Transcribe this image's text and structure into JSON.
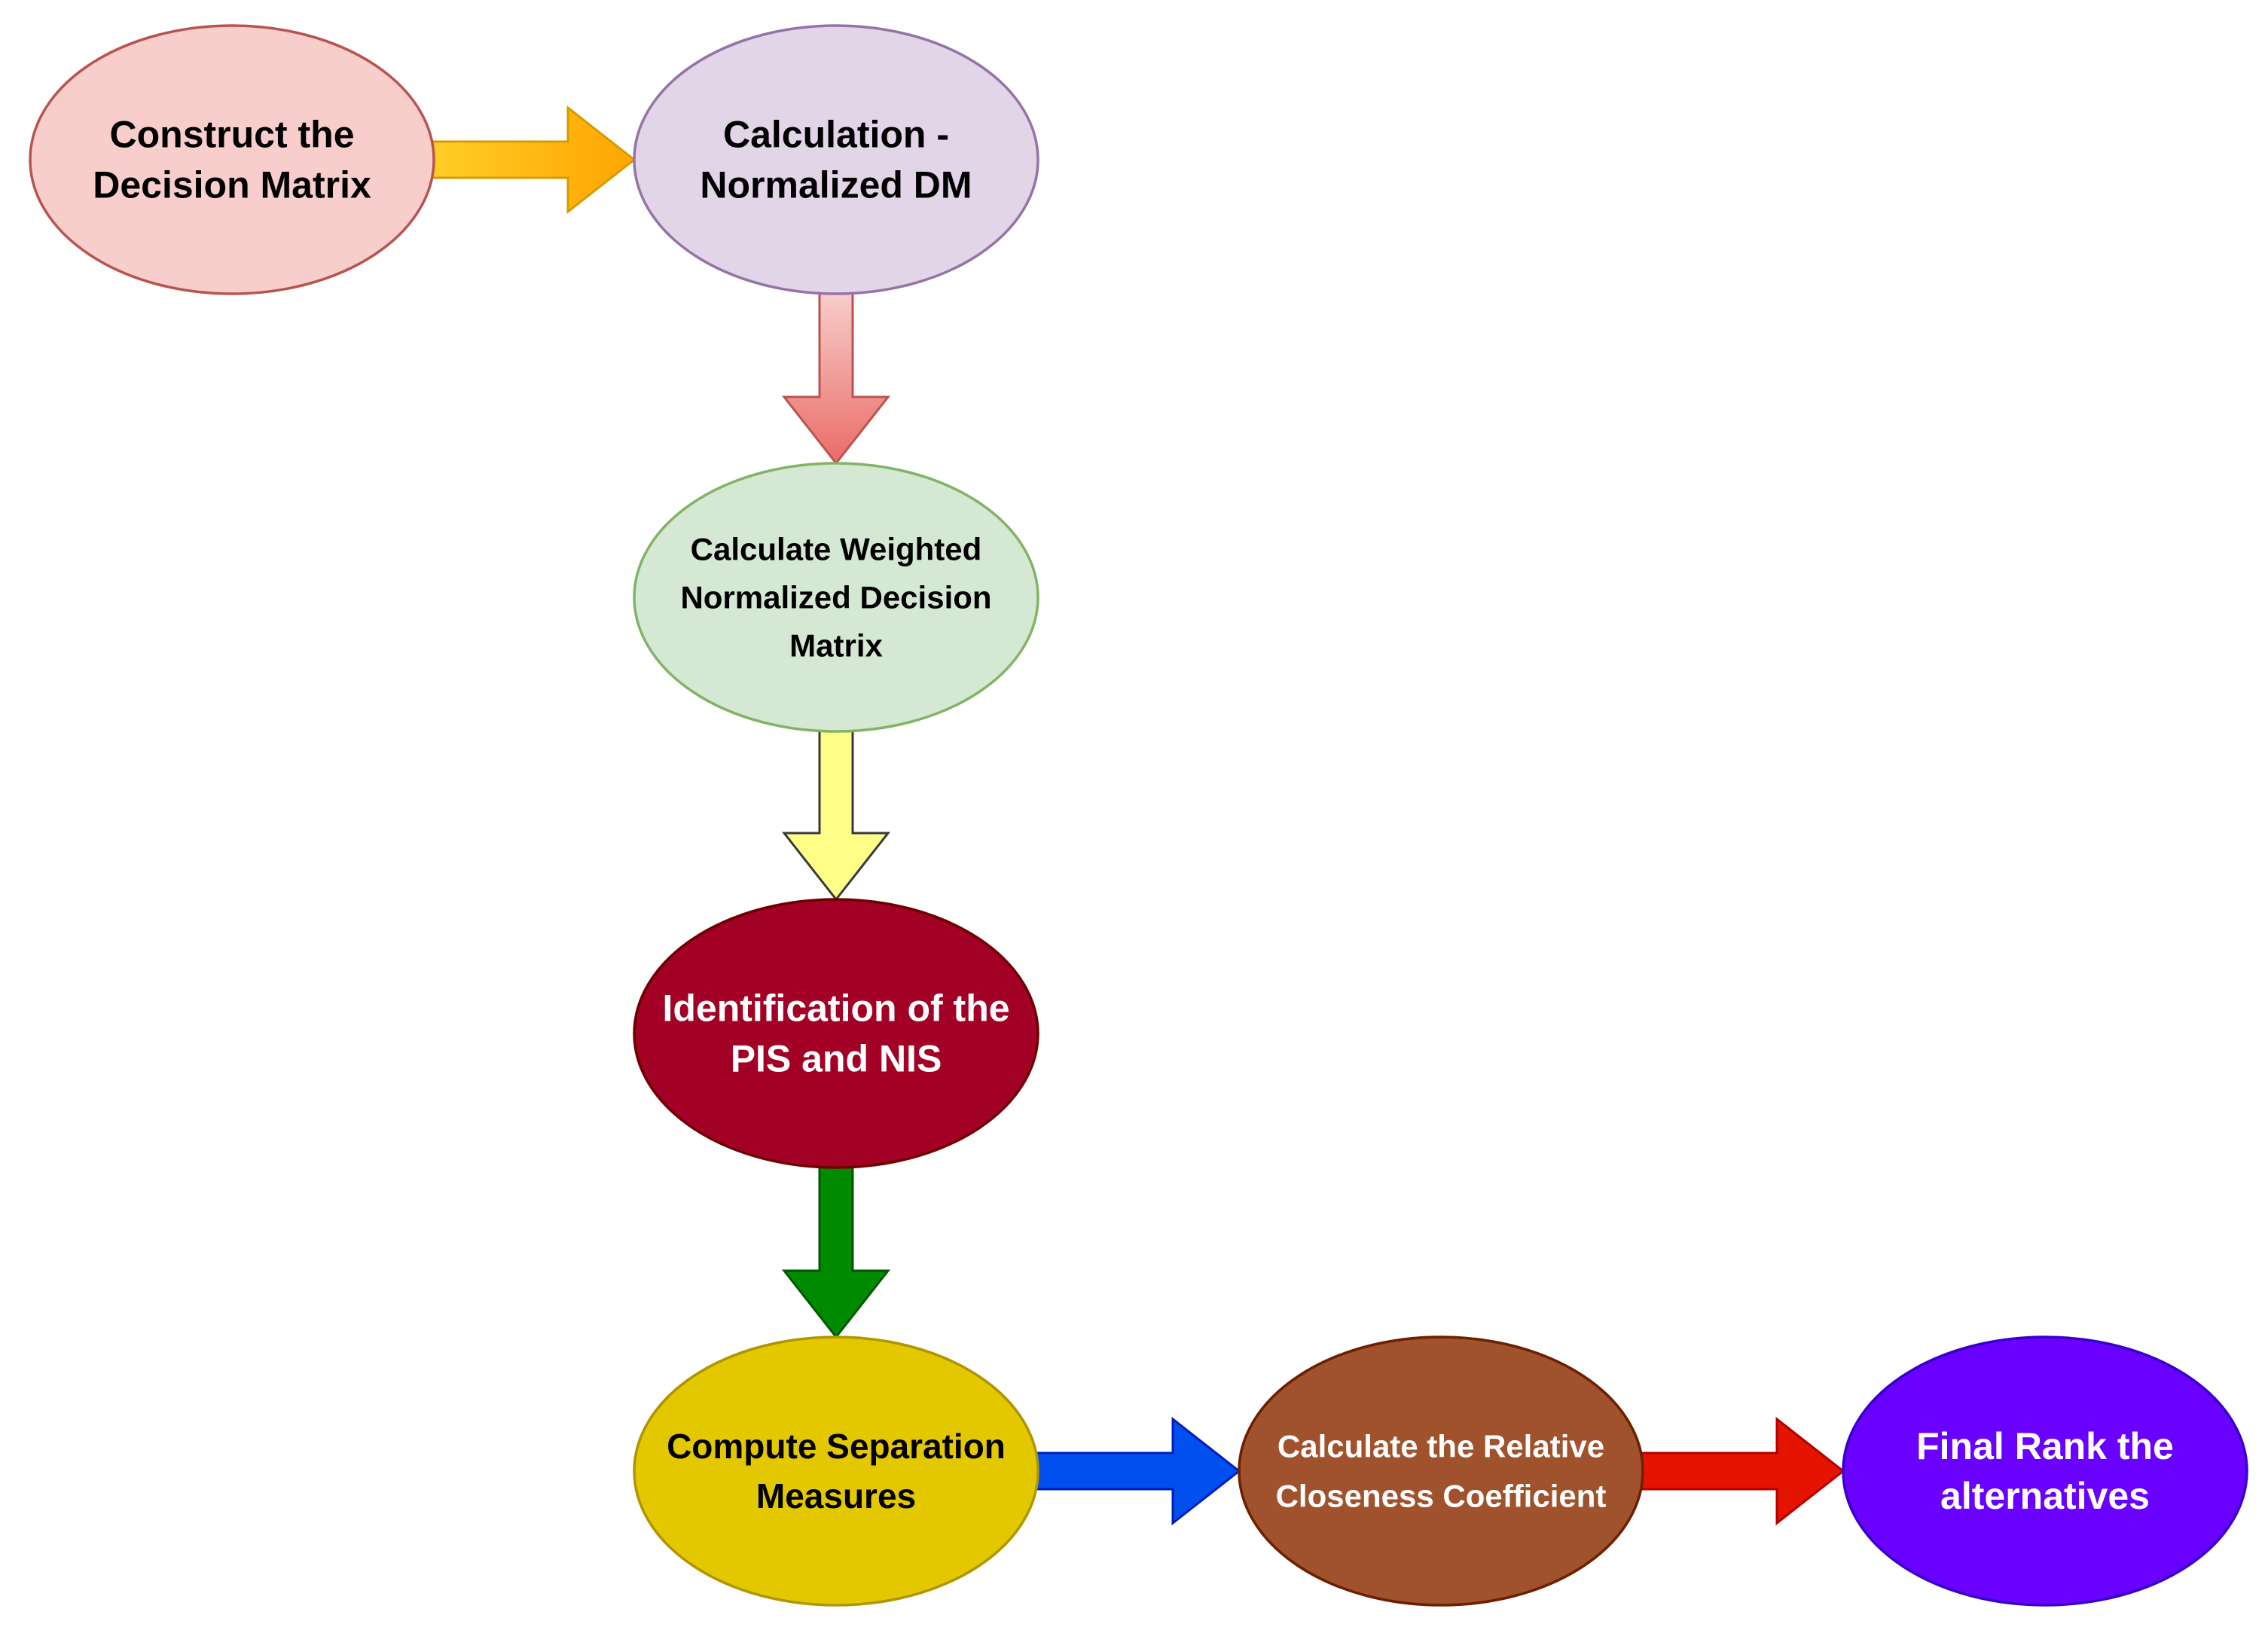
{
  "diagram": {
    "nodes": [
      {
        "id": "construct",
        "lines": [
          "Construct the",
          "Decision Matrix"
        ],
        "fill": "#F8CECC",
        "stroke": "#B85450",
        "text_color": "#000000"
      },
      {
        "id": "normalized",
        "lines": [
          "Calculation -",
          "Normalized DM"
        ],
        "fill": "#E1D5E7",
        "stroke": "#9673A6",
        "text_color": "#000000"
      },
      {
        "id": "weighted",
        "lines": [
          "Calculate Weighted",
          "Normalized Decision",
          "Matrix"
        ],
        "fill": "#D5E8D4",
        "stroke": "#82B366",
        "text_color": "#000000"
      },
      {
        "id": "pis-nis",
        "lines": [
          "Identification of the",
          "PIS and NIS"
        ],
        "fill": "#A20025",
        "stroke": "#6F0000",
        "text_color": "#FFFFFF"
      },
      {
        "id": "separation",
        "lines": [
          "Compute Separation",
          "Measures"
        ],
        "fill": "#E3C800",
        "stroke": "#B09500",
        "text_color": "#000000"
      },
      {
        "id": "closeness",
        "lines": [
          "Calculate the Relative",
          "Closeness Coefficient"
        ],
        "fill": "#A0522D",
        "stroke": "#6D1F00",
        "text_color": "#FFFFFF"
      },
      {
        "id": "final-rank",
        "lines": [
          "Final Rank the",
          "alternatives"
        ],
        "fill": "#6A00FF",
        "stroke": "#3700CC",
        "text_color": "#FFFFFF"
      }
    ],
    "arrows": [
      {
        "from": "construct",
        "to": "normalized",
        "fill": "#FFCD28",
        "fill2": "#FFA500",
        "stroke": "#D79B00"
      },
      {
        "from": "normalized",
        "to": "weighted",
        "fill": "#F8CECC",
        "fill2": "#EA6B66",
        "stroke": "#B85450"
      },
      {
        "from": "weighted",
        "to": "pis-nis",
        "fill": "#FFFF88",
        "fill2": "#FFFF88",
        "stroke": "#36393D"
      },
      {
        "from": "pis-nis",
        "to": "separation",
        "fill": "#008A00",
        "fill2": "#008A00",
        "stroke": "#005700"
      },
      {
        "from": "separation",
        "to": "closeness",
        "fill": "#0050EF",
        "fill2": "#0050EF",
        "stroke": "#001DBC"
      },
      {
        "from": "closeness",
        "to": "final-rank",
        "fill": "#E51400",
        "fill2": "#E51400",
        "stroke": "#B20000"
      }
    ]
  }
}
